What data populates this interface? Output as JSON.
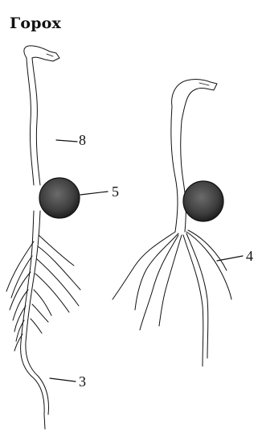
{
  "title": "Горох",
  "labels": {
    "stem": "8",
    "cotyledon": "5",
    "lateral_roots": "4",
    "main_root": "3"
  }
}
